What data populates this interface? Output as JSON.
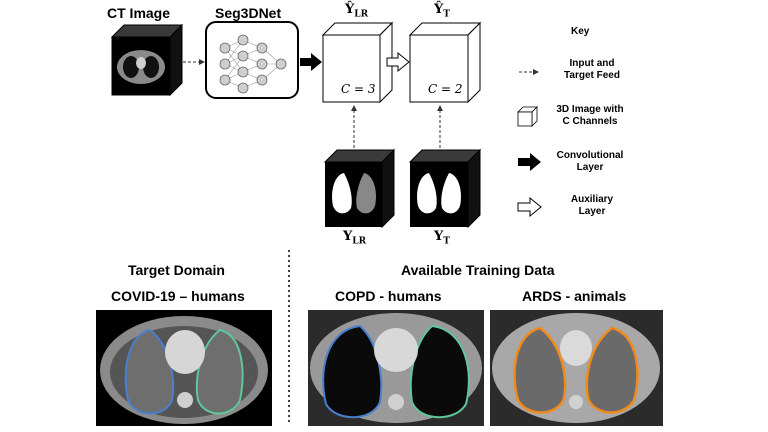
{
  "top": {
    "ct_label": "CT Image",
    "net_label": "Seg3DNet",
    "y_lr_hat": "Ŷ",
    "y_lr_hat_sub": "LR",
    "y_t_hat": "Ŷ",
    "y_t_hat_sub": "T",
    "c3": "C = 3",
    "c2": "C = 2",
    "y_lr": "Y",
    "y_lr_sub": "LR",
    "y_t": "Y",
    "y_t_sub": "T"
  },
  "key": {
    "title": "Key",
    "feed_l1": "Input and",
    "feed_l2": "Target Feed",
    "img_l1": "3D Image with",
    "img_l2": "C Channels",
    "conv_l1": "Convolutional",
    "conv_l2": "Layer",
    "aux_l1": "Auxiliary",
    "aux_l2": "Layer"
  },
  "bottom": {
    "target_domain": "Target Domain",
    "covid": "COVID-19 – humans",
    "available": "Available Training Data",
    "copd": "COPD - humans",
    "ards": "ARDS - animals"
  }
}
